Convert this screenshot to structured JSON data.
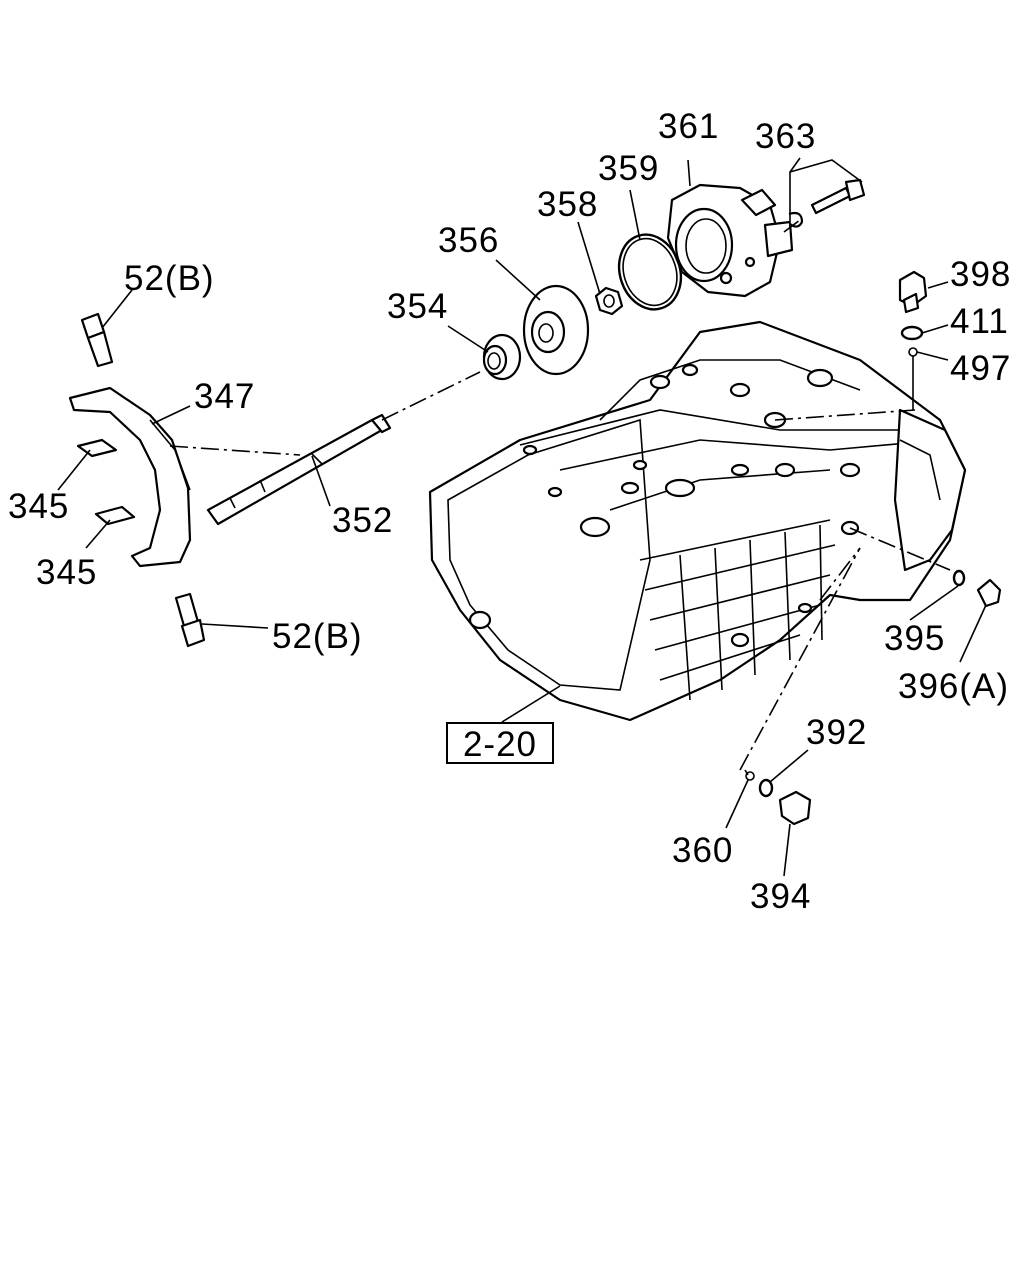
{
  "labels": {
    "l361": "361",
    "l363": "363",
    "l359": "359",
    "l358": "358",
    "l356": "356",
    "l354": "354",
    "l398": "398",
    "l411": "411",
    "l497": "497",
    "l52b_top": "52(B)",
    "l347": "347",
    "l345_a": "345",
    "l345_b": "345",
    "l352": "352",
    "l52b_bottom": "52(B)",
    "l395": "395",
    "l396a": "396(A)",
    "l392": "392",
    "l360": "360",
    "l394": "394"
  },
  "reference": {
    "box": "2-20"
  },
  "colors": {
    "ink": "#000000",
    "paper": "#ffffff"
  }
}
